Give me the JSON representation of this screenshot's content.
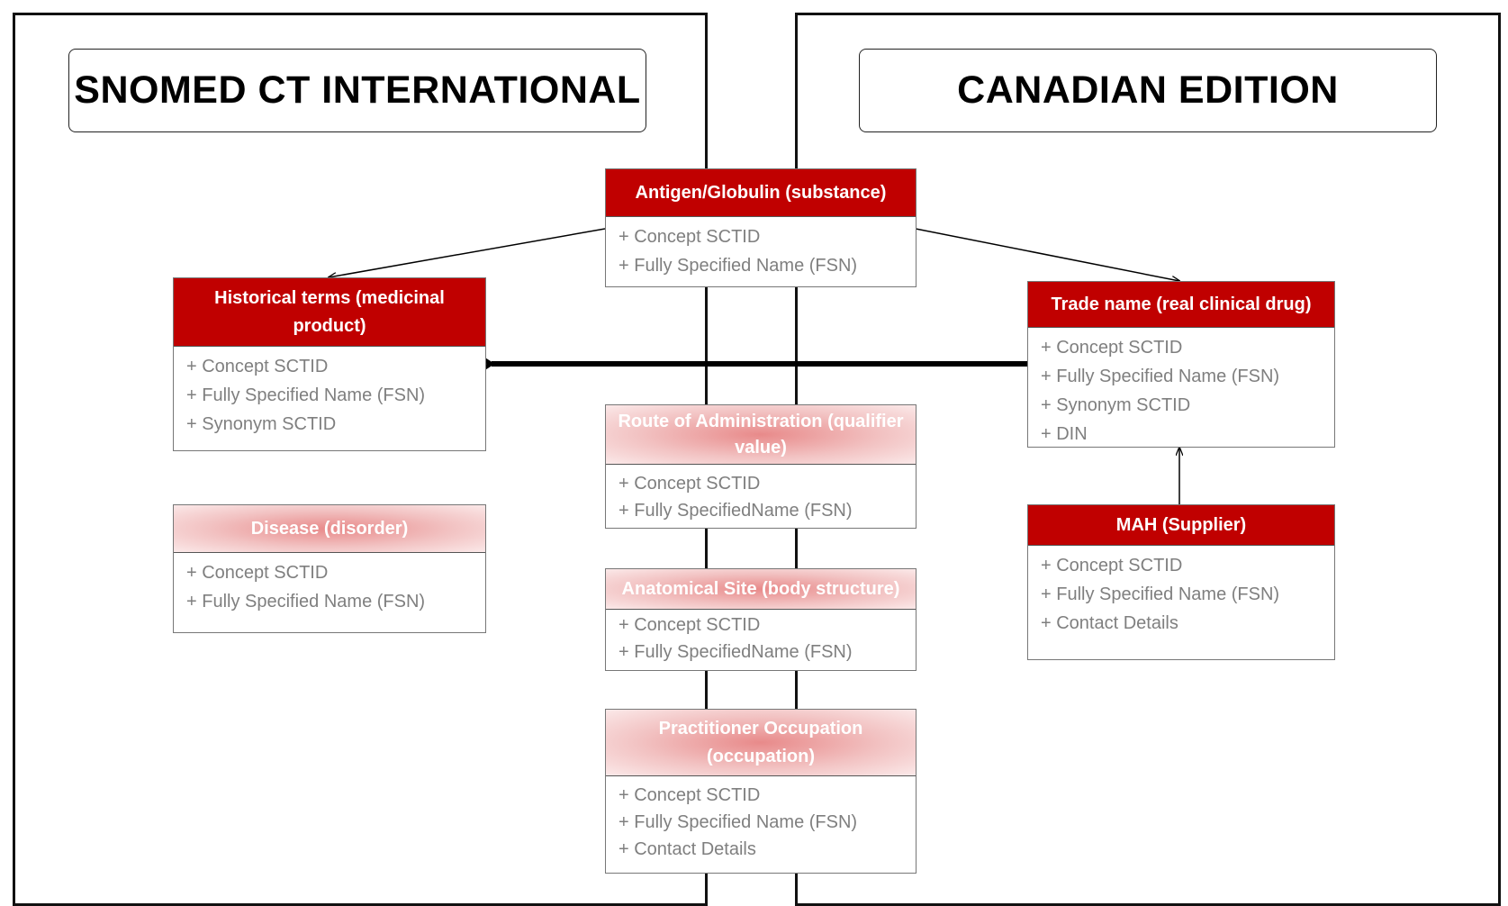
{
  "panels": {
    "left_title": "SNOMED CT INTERNATIONAL",
    "right_title": "CANADIAN EDITION"
  },
  "boxes": {
    "antigen": {
      "title": "Antigen/Globulin (substance)",
      "attrs": [
        "+ Concept SCTID",
        "+ Fully Specified Name (FSN)"
      ]
    },
    "historical": {
      "title_line1": "Historical terms (medicinal",
      "title_line2": "product)",
      "attrs": [
        "+ Concept SCTID",
        "+ Fully Specified Name (FSN)",
        "+ Synonym SCTID"
      ]
    },
    "disease": {
      "title": "Disease (disorder)",
      "attrs": [
        "+ Concept SCTID",
        "+ Fully Specified Name (FSN)"
      ]
    },
    "route": {
      "title_line1": "Route of Administration (qualifier",
      "title_line2": "value)",
      "attrs": [
        "+ Concept SCTID",
        "+ Fully SpecifiedName (FSN)"
      ]
    },
    "anatomical": {
      "title": "Anatomical Site (body structure)",
      "attrs": [
        "+ Concept SCTID",
        "+ Fully SpecifiedName (FSN)"
      ]
    },
    "practitioner": {
      "title_line1": "Practitioner Occupation",
      "title_line2": "(occupation)",
      "attrs": [
        "+ Concept SCTID",
        "+ Fully Specified Name (FSN)",
        "+ Contact Details"
      ]
    },
    "trade": {
      "title": "Trade name (real clinical drug)",
      "attrs": [
        "+ Concept SCTID",
        "+ Fully Specified Name (FSN)",
        "+ Synonym SCTID",
        "+ DIN"
      ]
    },
    "mah": {
      "title": "MAH (Supplier)",
      "attrs": [
        "+ Concept SCTID",
        "+ Fully Specified Name (FSN)",
        "+ Contact Details"
      ]
    }
  },
  "colors": {
    "header_red": "#c00000",
    "attr_gray": "#7f7f7f",
    "border": "#111111"
  }
}
